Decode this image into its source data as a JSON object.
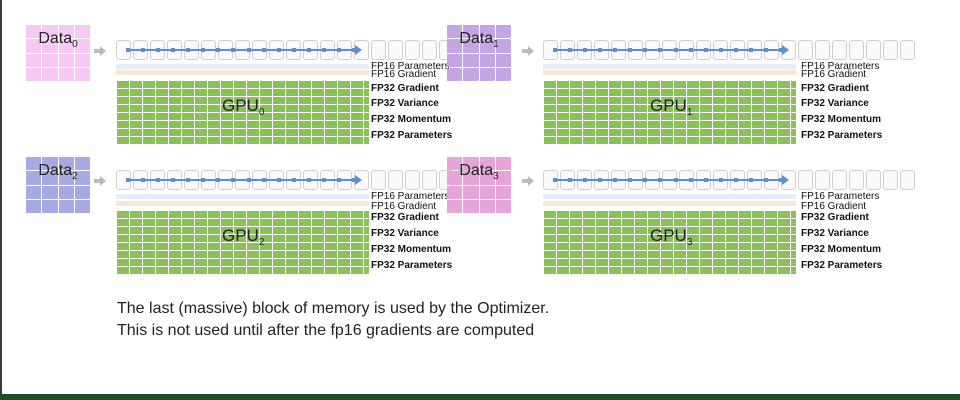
{
  "data_word": "Data",
  "gpu_word": "GPU",
  "memory_labels": {
    "fp16_parameters": "FP16 Parameters",
    "fp16_gradient": "FP16 Gradient",
    "fp32_gradient": "FP32 Gradient",
    "fp32_variance": "FP32 Variance",
    "fp32_momentum": "FP32 Momentum",
    "fp32_parameters": "FP32 Parameters"
  },
  "gpus": [
    {
      "index": "0",
      "data_color": "#f7c8f1"
    },
    {
      "index": "1",
      "data_color": "#c3a6e3"
    },
    {
      "index": "2",
      "data_color": "#a7a9e4"
    },
    {
      "index": "3",
      "data_color": "#e6a5d8"
    }
  ],
  "caption": {
    "line1": "The last (massive) block of memory is used by the Optimizer.",
    "line2": "This is not used until after the fp16 gradients are computed"
  }
}
